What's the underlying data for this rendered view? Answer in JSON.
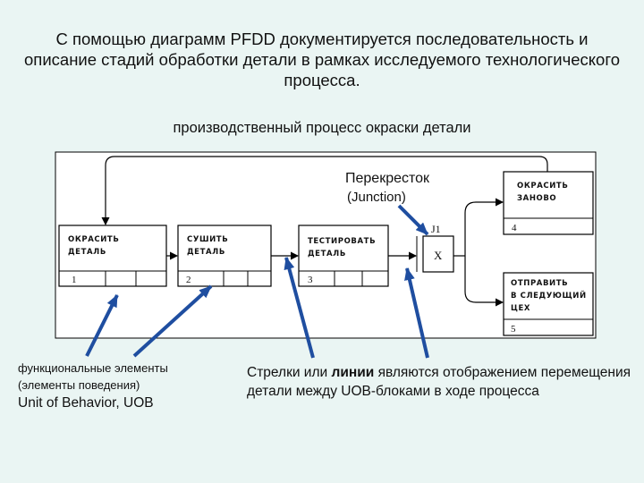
{
  "title": "С помощью диаграмм PFDD документируется последовательность и описание стадий обработки детали в рамках исследуемого технологического процесса.",
  "subtitle": "производственный процесс окраски детали",
  "junction": {
    "title": "Перекресток",
    "subtitle": "(Junction)",
    "id": "J1",
    "type_symbol": "X"
  },
  "uobs": [
    {
      "label_line1": "ОКРАСИТЬ",
      "label_line2": "ДЕТАЛЬ",
      "number": "1"
    },
    {
      "label_line1": "СУШИТЬ",
      "label_line2": "ДЕТАЛЬ",
      "number": "2"
    },
    {
      "label_line1": "ТЕСТИРОВАТЬ",
      "label_line2": "ДЕТАЛЬ",
      "number": "3"
    },
    {
      "label_line1": "ОКРАСИТЬ",
      "label_line2": "ЗАНОВО",
      "number": "4"
    },
    {
      "label_line1": "ОТПРАВИТЬ",
      "label_line2": "В СЛЕДУЮЩИЙ",
      "label_line3": "ЦЕХ",
      "number": "5"
    }
  ],
  "notes": {
    "left_line1": "функциональные элементы",
    "left_line2": "(элементы поведения)",
    "left_line3": "Unit of Behavior, UOB",
    "right_part1": "Стрелки или ",
    "right_bold": "линии",
    "right_part2": " являются отображением перемещения детали между UOB-блоками в ходе процесса"
  },
  "colors": {
    "background": "#eaf5f3",
    "frame_fill": "#ffffff",
    "pointer_arrow": "#1f4ea0",
    "line": "#000000"
  }
}
